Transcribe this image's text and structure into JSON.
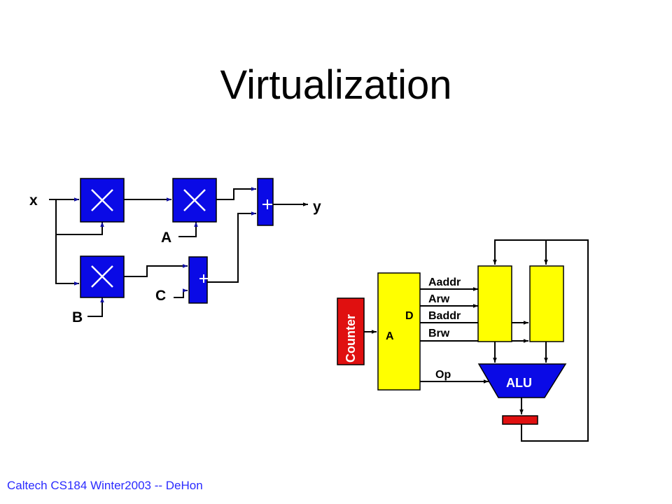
{
  "title": "Virtualization",
  "footer": "Caltech CS184 Winter2003 -- DeHon",
  "colors": {
    "unit_blue": "#0a0ae6",
    "memory_yellow": "#ffff00",
    "counter_red": "#e01010",
    "register_red": "#e01010",
    "wire": "#000000"
  },
  "spatial": {
    "input_label": "x",
    "output_label": "y",
    "multiplier_symbol": "×",
    "adder_symbol": "+",
    "coef_a": "A",
    "coef_b": "B",
    "coef_c": "C"
  },
  "temporal": {
    "counter_label": "Counter",
    "instr_mem_addr_label": "A",
    "instr_mem_data_label": "D",
    "field_aaddr": "Aaddr",
    "field_arw": "Arw",
    "field_baddr": "Baddr",
    "field_brw": "Brw",
    "field_op": "Op",
    "alu_label": "ALU"
  }
}
